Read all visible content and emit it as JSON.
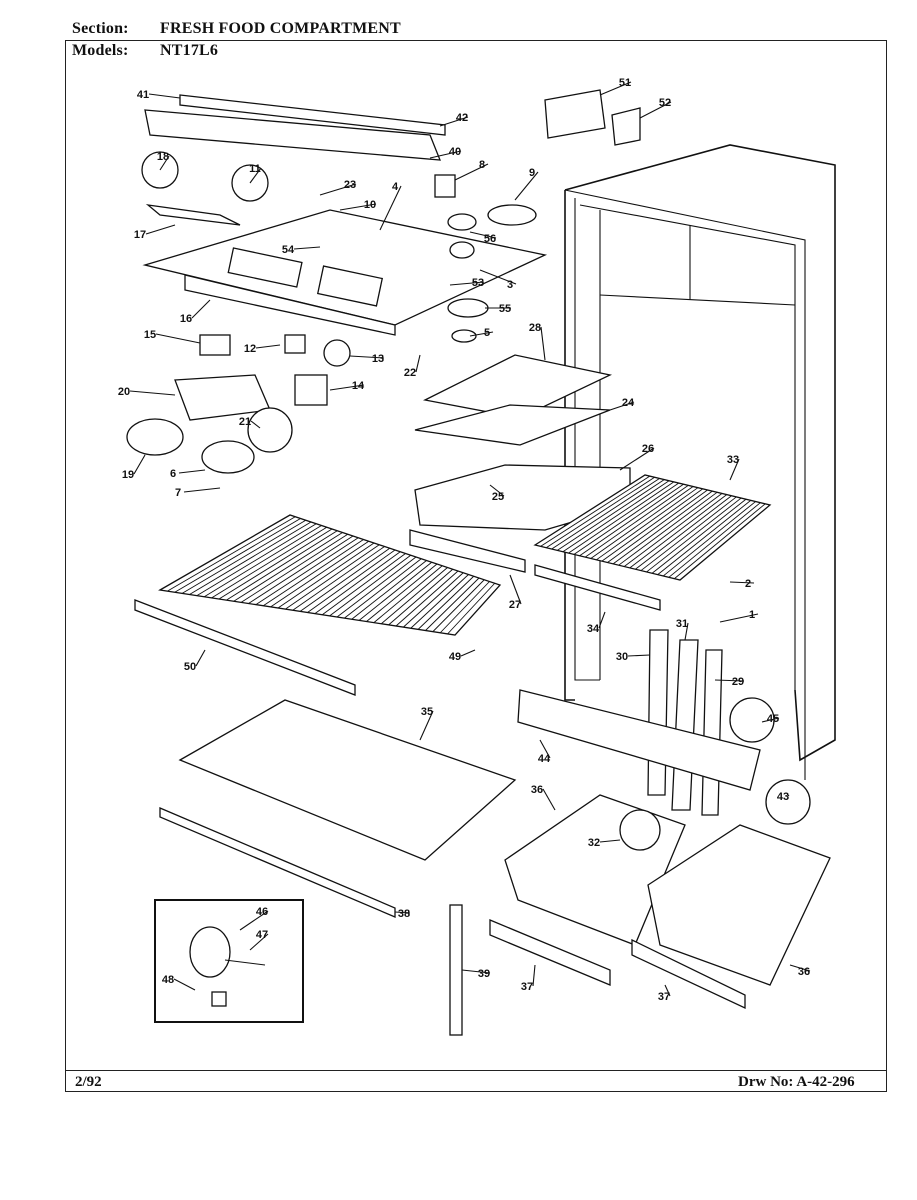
{
  "header": {
    "section_label": "Section:",
    "section_value": "FRESH FOOD COMPARTMENT",
    "models_label": "Models:",
    "models_value": "NT17L6"
  },
  "footer": {
    "date": "2/92",
    "drawing_number": "Drw No: A-42-296"
  },
  "callouts": [
    "41",
    "42",
    "40",
    "51",
    "52",
    "18",
    "11",
    "23",
    "10",
    "17",
    "8",
    "9",
    "4",
    "56",
    "54",
    "3",
    "53",
    "55",
    "16",
    "5",
    "15",
    "12",
    "13",
    "22",
    "28",
    "14",
    "20",
    "24",
    "21",
    "19",
    "6",
    "7",
    "26",
    "33",
    "25",
    "27",
    "2",
    "1",
    "34",
    "31",
    "30",
    "29",
    "45",
    "50",
    "49",
    "44",
    "43",
    "35",
    "36",
    "32",
    "46",
    "47",
    "48",
    "38",
    "39",
    "37",
    "37",
    "36"
  ]
}
